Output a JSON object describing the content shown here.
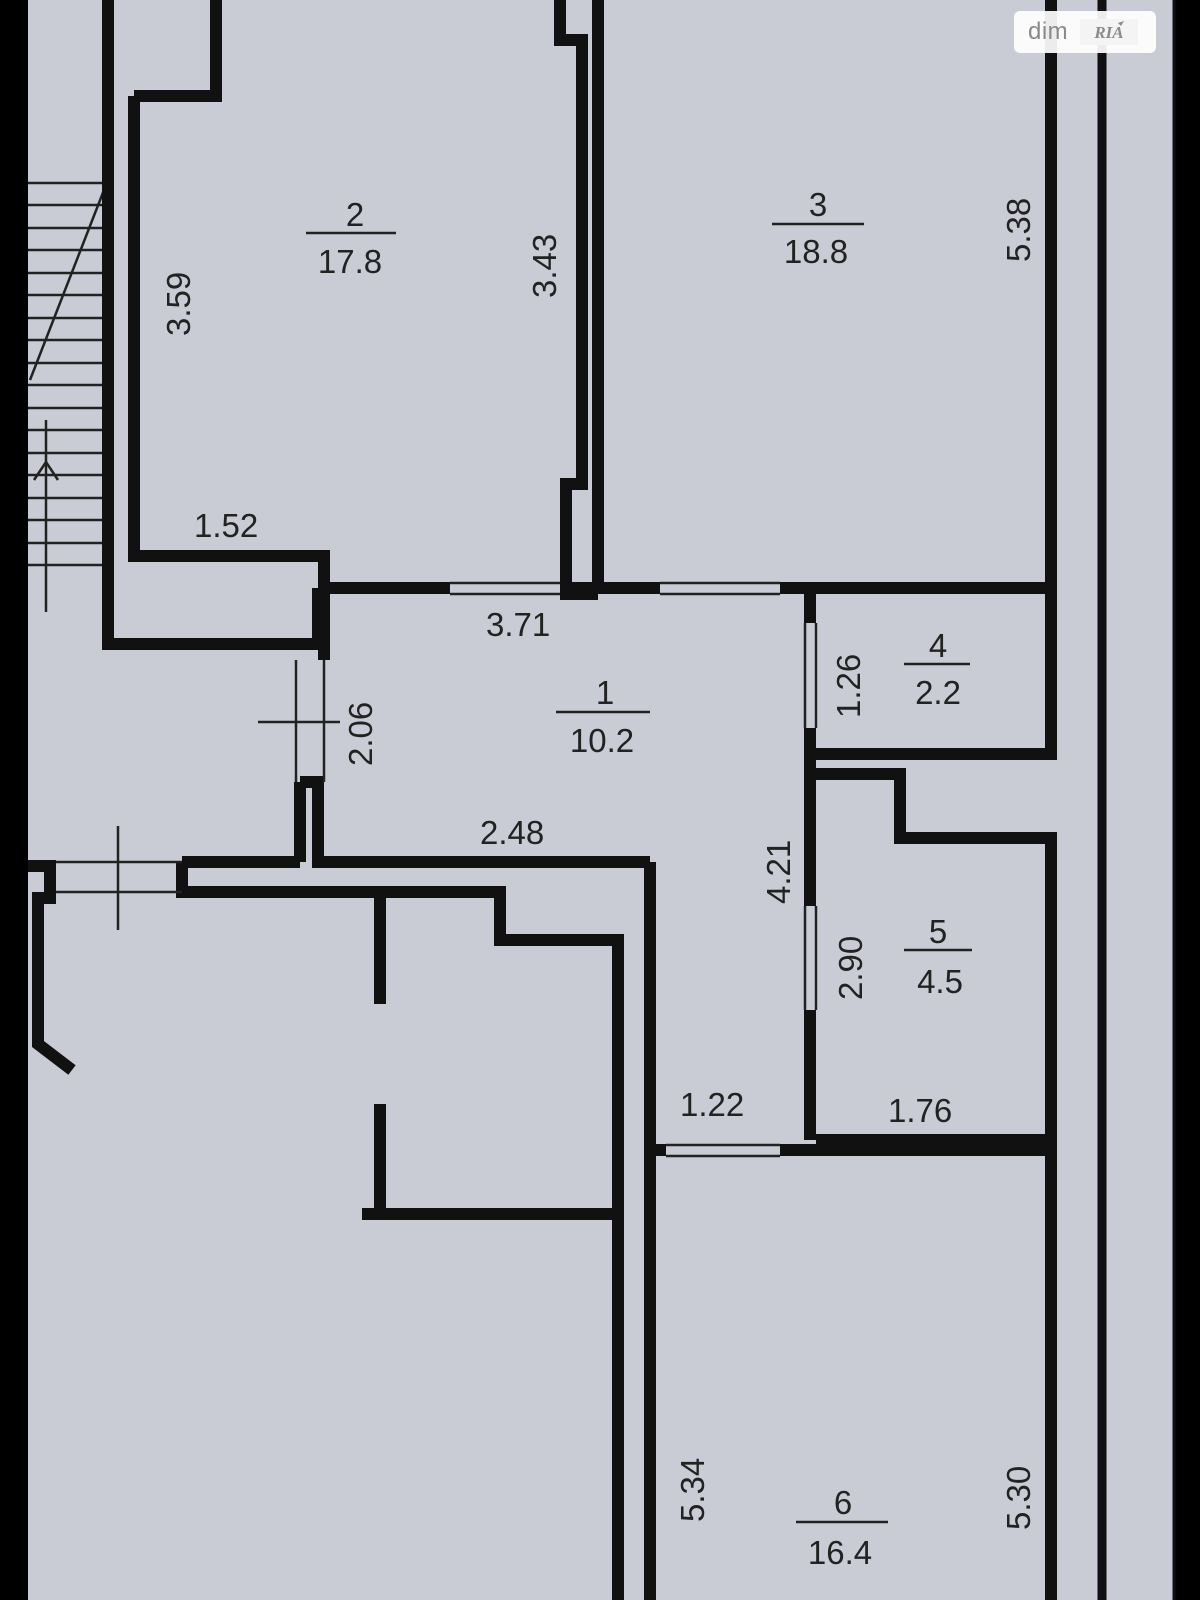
{
  "watermark": {
    "text": "dim",
    "logo_text": "RIA"
  },
  "rooms": [
    {
      "number": "1",
      "area": "10.2"
    },
    {
      "number": "2",
      "area": "17.8"
    },
    {
      "number": "3",
      "area": "18.8"
    },
    {
      "number": "4",
      "area": "2.2"
    },
    {
      "number": "5",
      "area": "4.5"
    },
    {
      "number": "6",
      "area": "16.4"
    }
  ],
  "dimensions": {
    "room2_left": "3.59",
    "room2_right": "3.43",
    "room2_bottom": "1.52",
    "room3_right": "5.38",
    "hall_top": "3.71",
    "hall_left": "2.06",
    "hall_bottom": "2.48",
    "hall_right": "4.21",
    "room4_height": "1.26",
    "room5_height": "2.90",
    "room5_width": "1.76",
    "passage_width": "1.22",
    "room6_left": "5.34",
    "room6_right": "5.30"
  },
  "colors": {
    "paper": "#c9ccd4",
    "wall": "#111111"
  }
}
